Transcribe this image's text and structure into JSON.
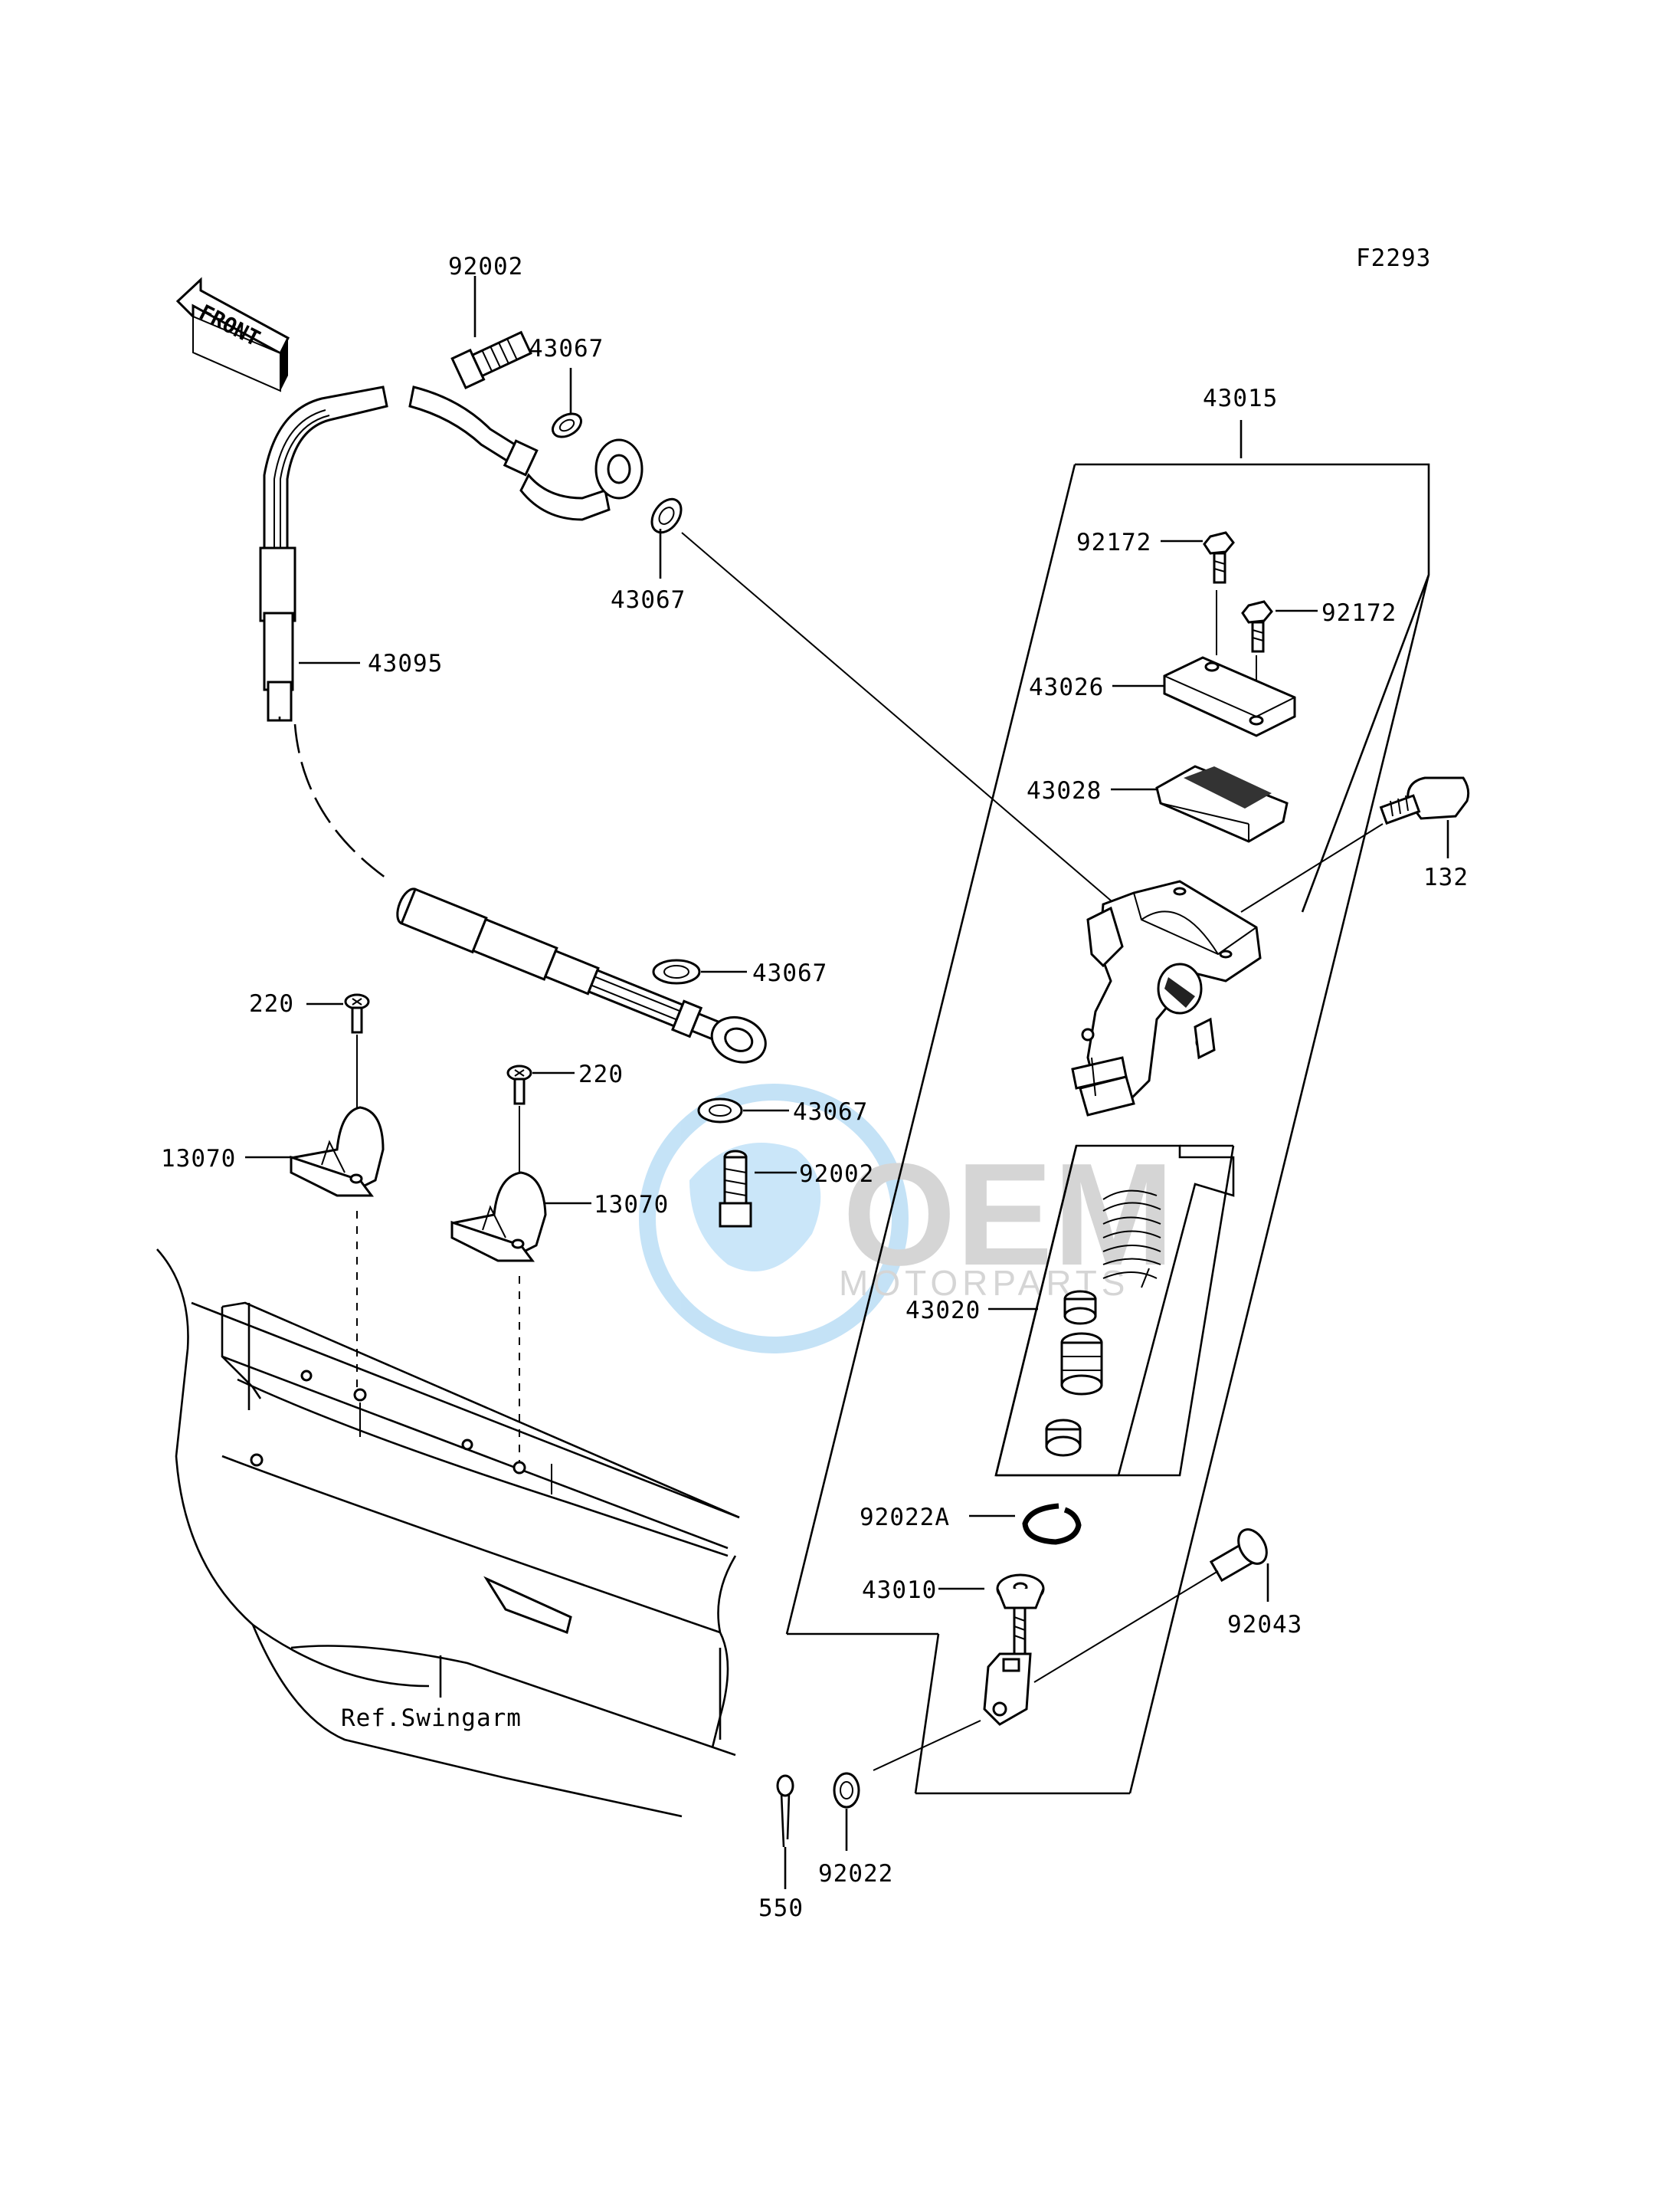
{
  "figure_code": "F2293",
  "front_arrow": {
    "text": "FRONT",
    "icon": "front-direction-arrow"
  },
  "callouts": {
    "hose_bolt_top": "92002",
    "washer_top_a": "43067",
    "washer_top_b": "43067",
    "brake_hose": "43095",
    "washer_mid_a": "43067",
    "washer_mid_b": "43067",
    "hose_bolt_bottom": "92002",
    "screw_left": "220",
    "screw_right": "220",
    "clamp_left": "13070",
    "clamp_right": "13070",
    "master_cylinder_assy": "43015",
    "cap_screw_a": "92172",
    "cap_screw_b": "92172",
    "reservoir_cap": "43026",
    "diaphragm": "43028",
    "bolt_132": "132",
    "piston_kit": "43020",
    "circlip": "92022A",
    "push_rod": "43010",
    "pin": "92043",
    "washer_bottom": "92022",
    "cotter_pin": "550"
  },
  "swingarm_ref": "Ref.Swingarm",
  "watermark": {
    "brand": "OEM",
    "sub": "MOTORPARTS"
  }
}
